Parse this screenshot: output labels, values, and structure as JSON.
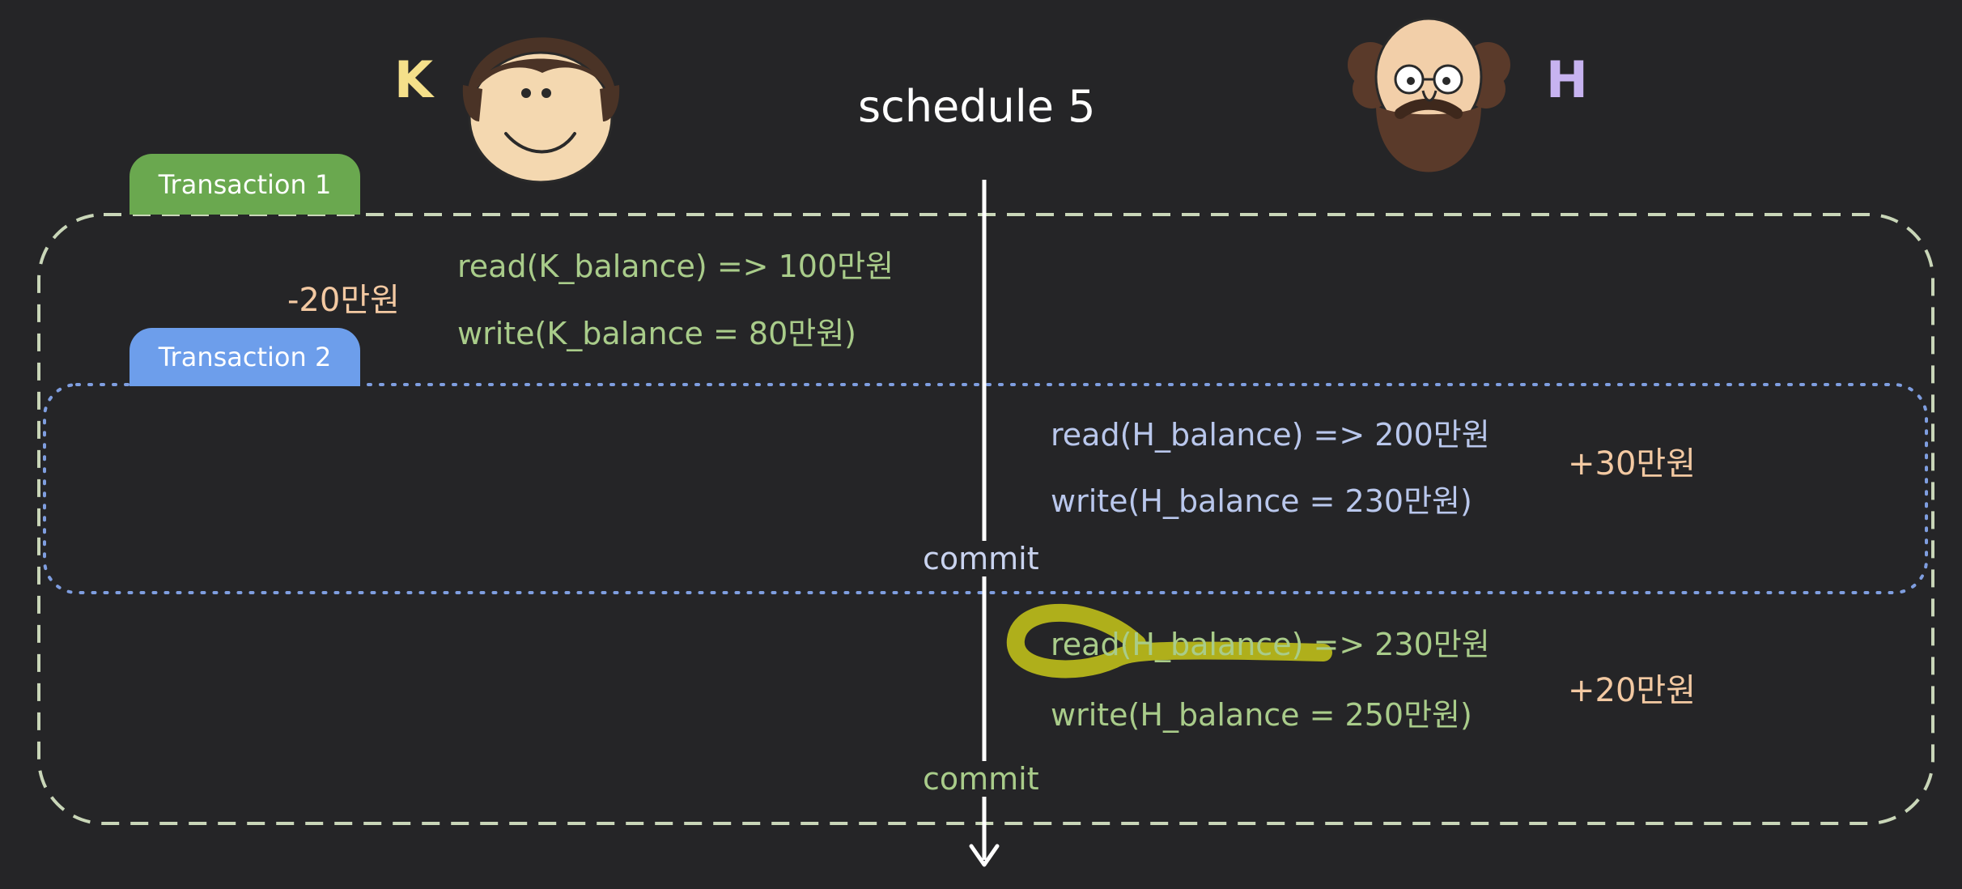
{
  "title": "schedule 5",
  "people": {
    "k": {
      "label": "K",
      "color": "#f5e08a"
    },
    "h": {
      "label": "H",
      "color": "#c7b3f0"
    }
  },
  "transactions": {
    "t1": {
      "label": "Transaction 1",
      "color": "#6aa84f"
    },
    "t2": {
      "label": "Transaction 2",
      "color": "#6d9eeb"
    }
  },
  "operations": {
    "t1_read_k": "read(K_balance) => 100만원",
    "t1_write_k": "write(K_balance = 80만원)",
    "t2_read_h": "read(H_balance) => 200만원",
    "t2_write_h": "write(H_balance = 230만원)",
    "t1_read_h": "read(H_balance) => 230만원",
    "t1_write_h": "write(H_balance = 250만원)"
  },
  "amounts": {
    "k_change": "-20만원",
    "t2_change": "+30만원",
    "t1_change": "+20만원"
  },
  "commits": {
    "t2": "commit",
    "t1": "commit"
  },
  "icons": {
    "k_face": "smiling-boy-face-icon",
    "h_face": "bearded-man-face-icon"
  }
}
